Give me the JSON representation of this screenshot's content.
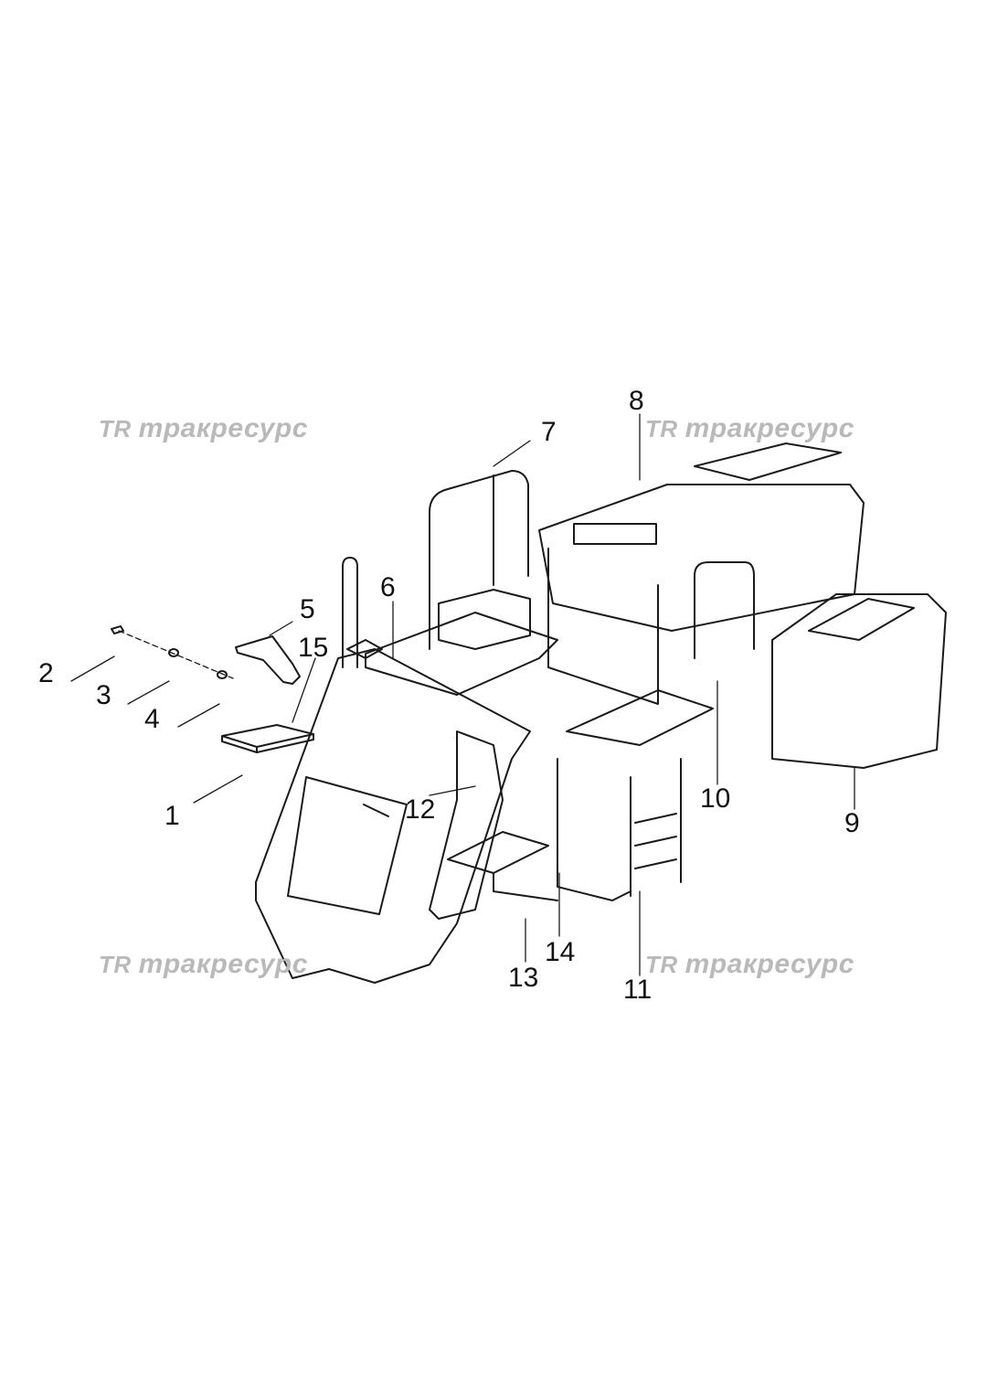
{
  "watermark": {
    "logo": "TR",
    "text": "тракресурс"
  },
  "callouts": [
    "1",
    "2",
    "3",
    "4",
    "5",
    "6",
    "7",
    "8",
    "9",
    "10",
    "11",
    "12",
    "13",
    "14",
    "15"
  ]
}
